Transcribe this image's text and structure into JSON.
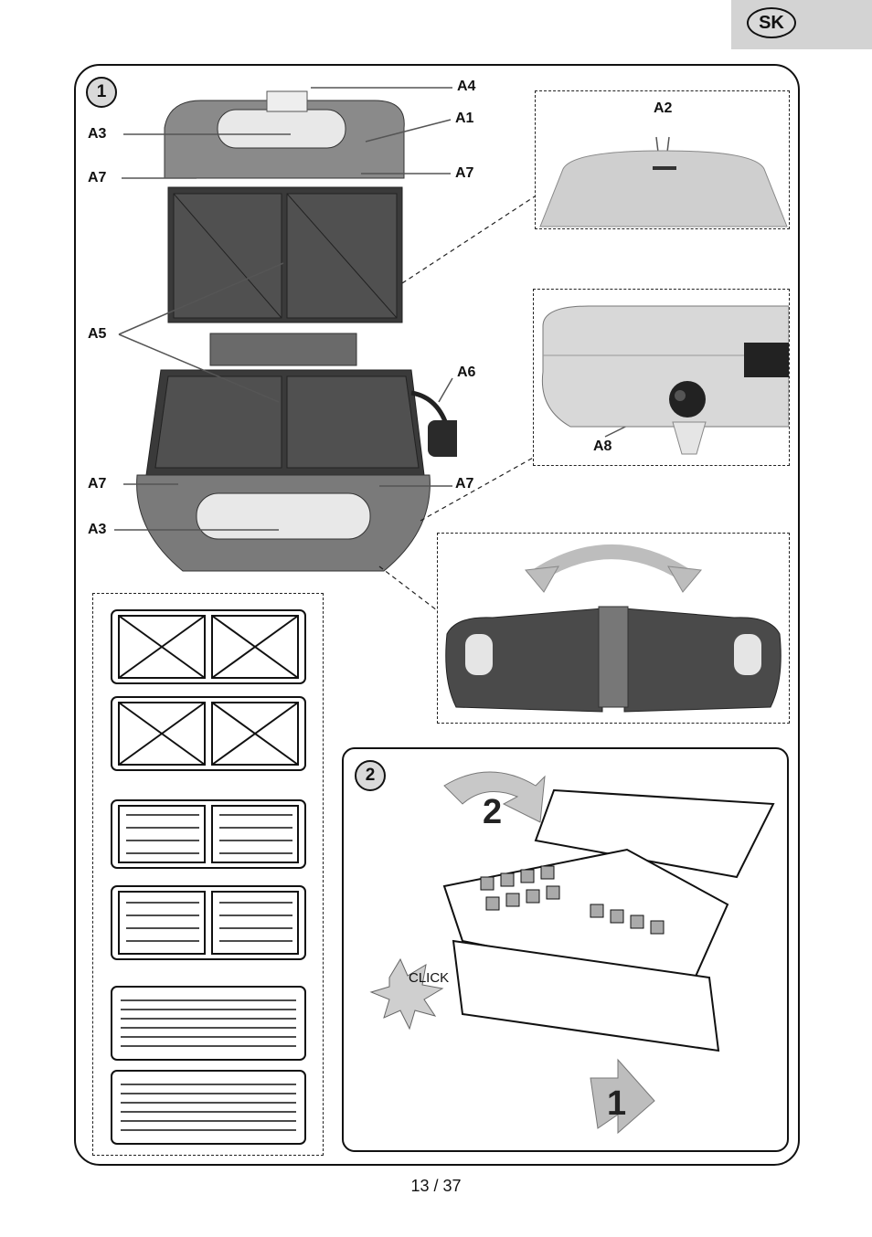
{
  "lang_tab": "SK",
  "figure1": {
    "number": "1",
    "labels": {
      "a1": "A1",
      "a2": "A2",
      "a3_top": "A3",
      "a3_bottom": "A3",
      "a4": "A4",
      "a5": "A5",
      "a6": "A6",
      "a7_top_left": "A7",
      "a7_top_right": "A7",
      "a7_bottom_left": "A7",
      "a7_bottom_right": "A7",
      "a8": "A8"
    },
    "plate_sets": [
      "sandwich",
      "sandwich",
      "waffle",
      "waffle",
      "grill",
      "grill"
    ]
  },
  "figure2": {
    "number": "2",
    "click_text": "CLICK",
    "arrow_step_1": "1",
    "arrow_step_2": "2"
  },
  "page_number": "13 / 37"
}
